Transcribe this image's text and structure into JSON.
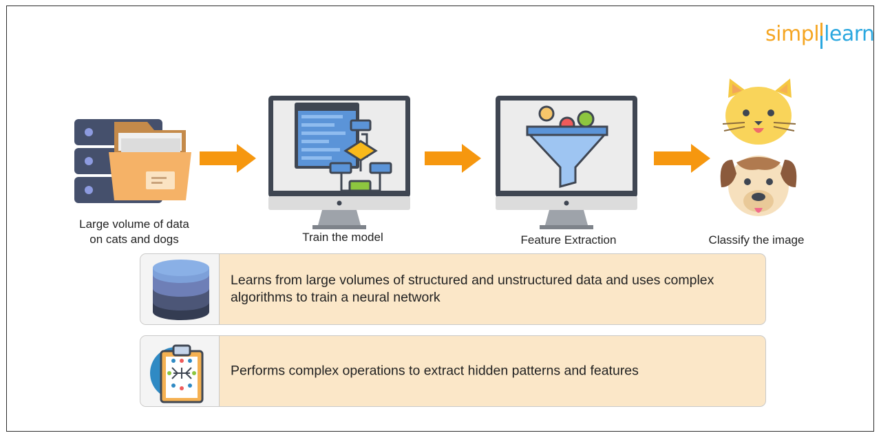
{
  "brand": {
    "part1": "simpl",
    "part2": "learn"
  },
  "steps": [
    {
      "caption_line1": "Large volume of data",
      "caption_line2": "on cats and dogs",
      "icon": "folder-server-icon"
    },
    {
      "caption": "Train the model",
      "icon": "monitor-flowchart-icon"
    },
    {
      "caption": "Feature Extraction",
      "icon": "monitor-funnel-icon"
    },
    {
      "caption": "Classify the image",
      "icon": "cat-dog-icon"
    }
  ],
  "panels": [
    {
      "text": "Learns from large volumes of structured and unstructured data and uses complex algorithms to train a neural network",
      "icon": "database-icon"
    },
    {
      "text": "Performs complex operations to extract hidden patterns and features",
      "icon": "clipboard-network-icon"
    }
  ],
  "colors": {
    "arrow": "#f6970f",
    "panel": "#fbe7c8",
    "brand_orange": "#f5a623",
    "brand_blue": "#2aa7df"
  }
}
